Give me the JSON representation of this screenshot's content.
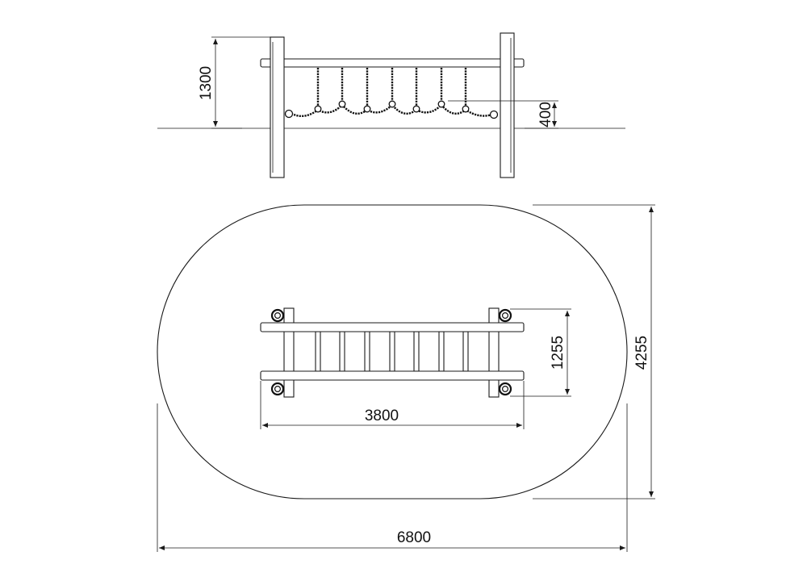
{
  "dimensions": {
    "height_total": "1300",
    "height_rope": "400",
    "inner_depth": "1255",
    "inner_length": "3800",
    "outer_depth": "4255",
    "outer_length": "6800"
  }
}
